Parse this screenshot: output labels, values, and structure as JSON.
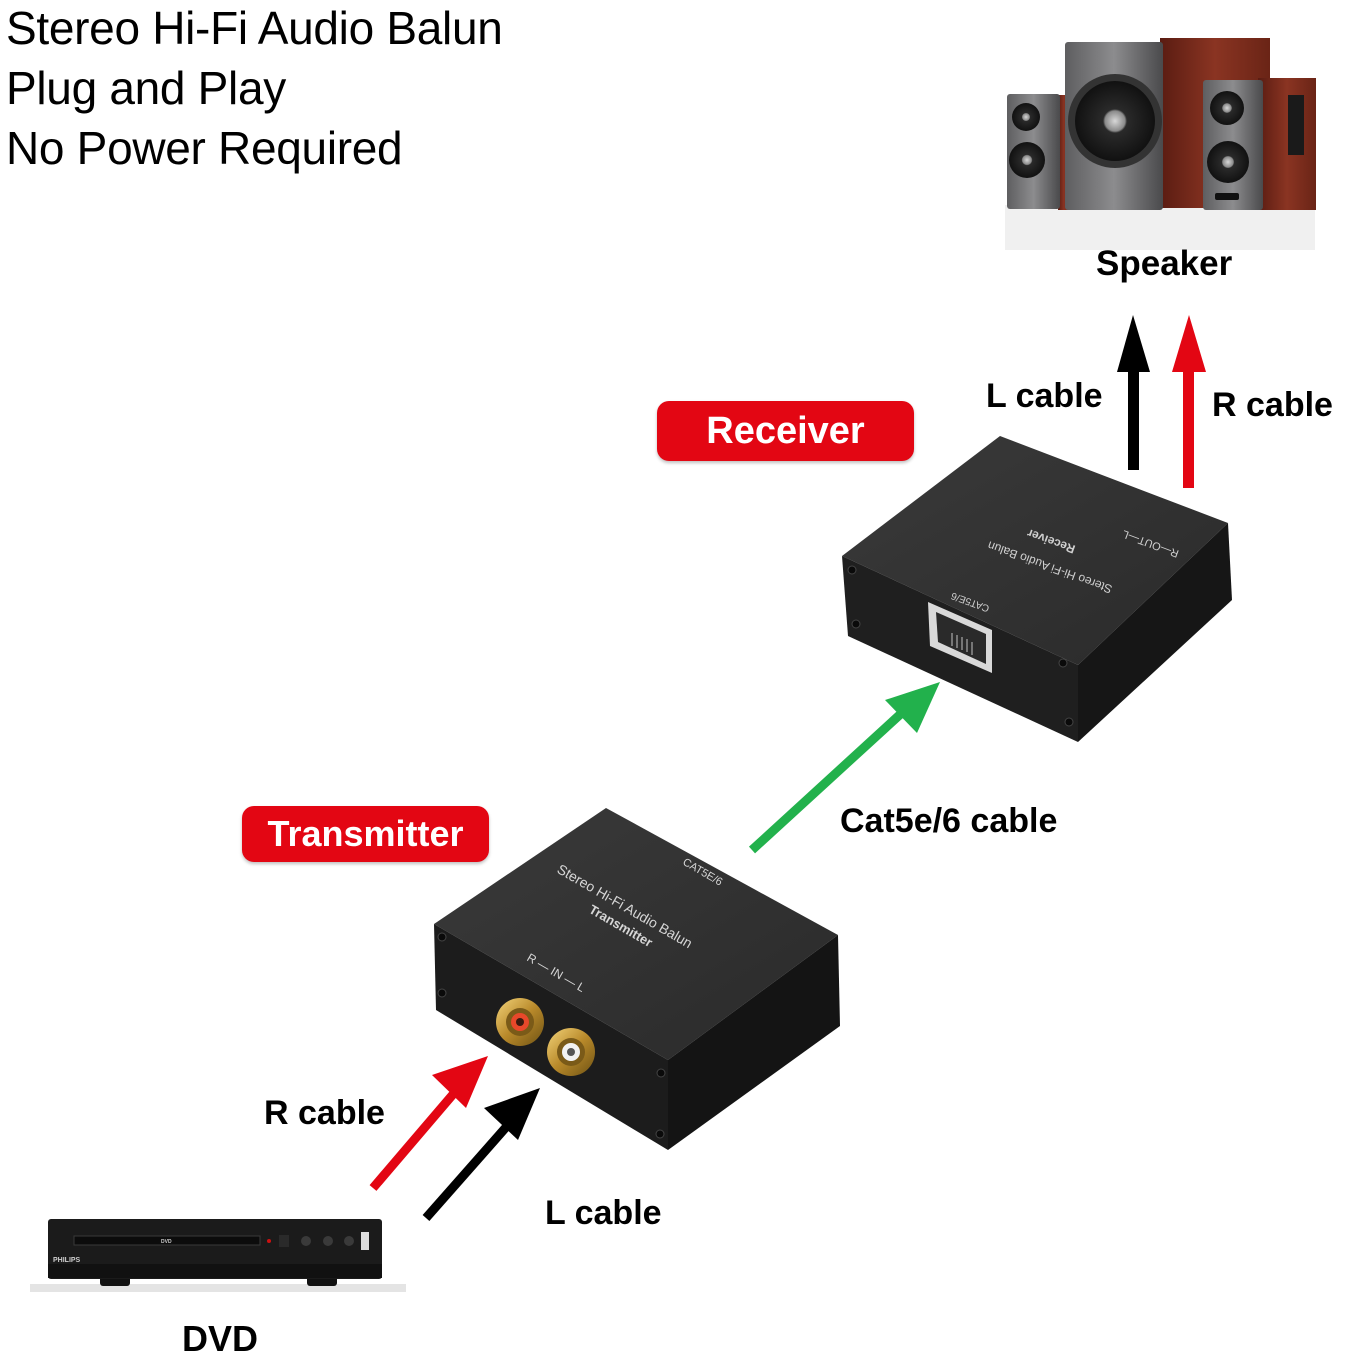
{
  "headline": {
    "lines": [
      "Stereo Hi-Fi Audio Balun",
      "Plug and Play",
      "No Power Required"
    ]
  },
  "devices": {
    "speaker": {
      "label": "Speaker"
    },
    "dvd": {
      "label": "DVD",
      "brand": "PHILIPS",
      "disc_logo": "DVD"
    },
    "receiver": {
      "badge": "Receiver",
      "print_title": "Stereo Hi-Fi Audio Balun",
      "print_role": "Receiver",
      "port_label": "CAT5E/6",
      "output_label": "R—OUT—L"
    },
    "transmitter": {
      "badge": "Transmitter",
      "print_title": "Stereo Hi-Fi Audio Balun",
      "print_role": "Transmitter",
      "port_label": "CAT5E/6",
      "input_label": "R — IN — L"
    }
  },
  "connections": {
    "speaker_l": {
      "label": "L cable",
      "color": "#000000"
    },
    "speaker_r": {
      "label": "R cable",
      "color": "#e30613"
    },
    "cat_cable": {
      "label": "Cat5e/6 cable",
      "color": "#22b14c"
    },
    "dvd_r": {
      "label": "R cable",
      "color": "#e30613"
    },
    "dvd_l": {
      "label": "L cable",
      "color": "#000000"
    }
  },
  "colors": {
    "badge": "#e30613",
    "device_body": "#2b2b2b"
  }
}
